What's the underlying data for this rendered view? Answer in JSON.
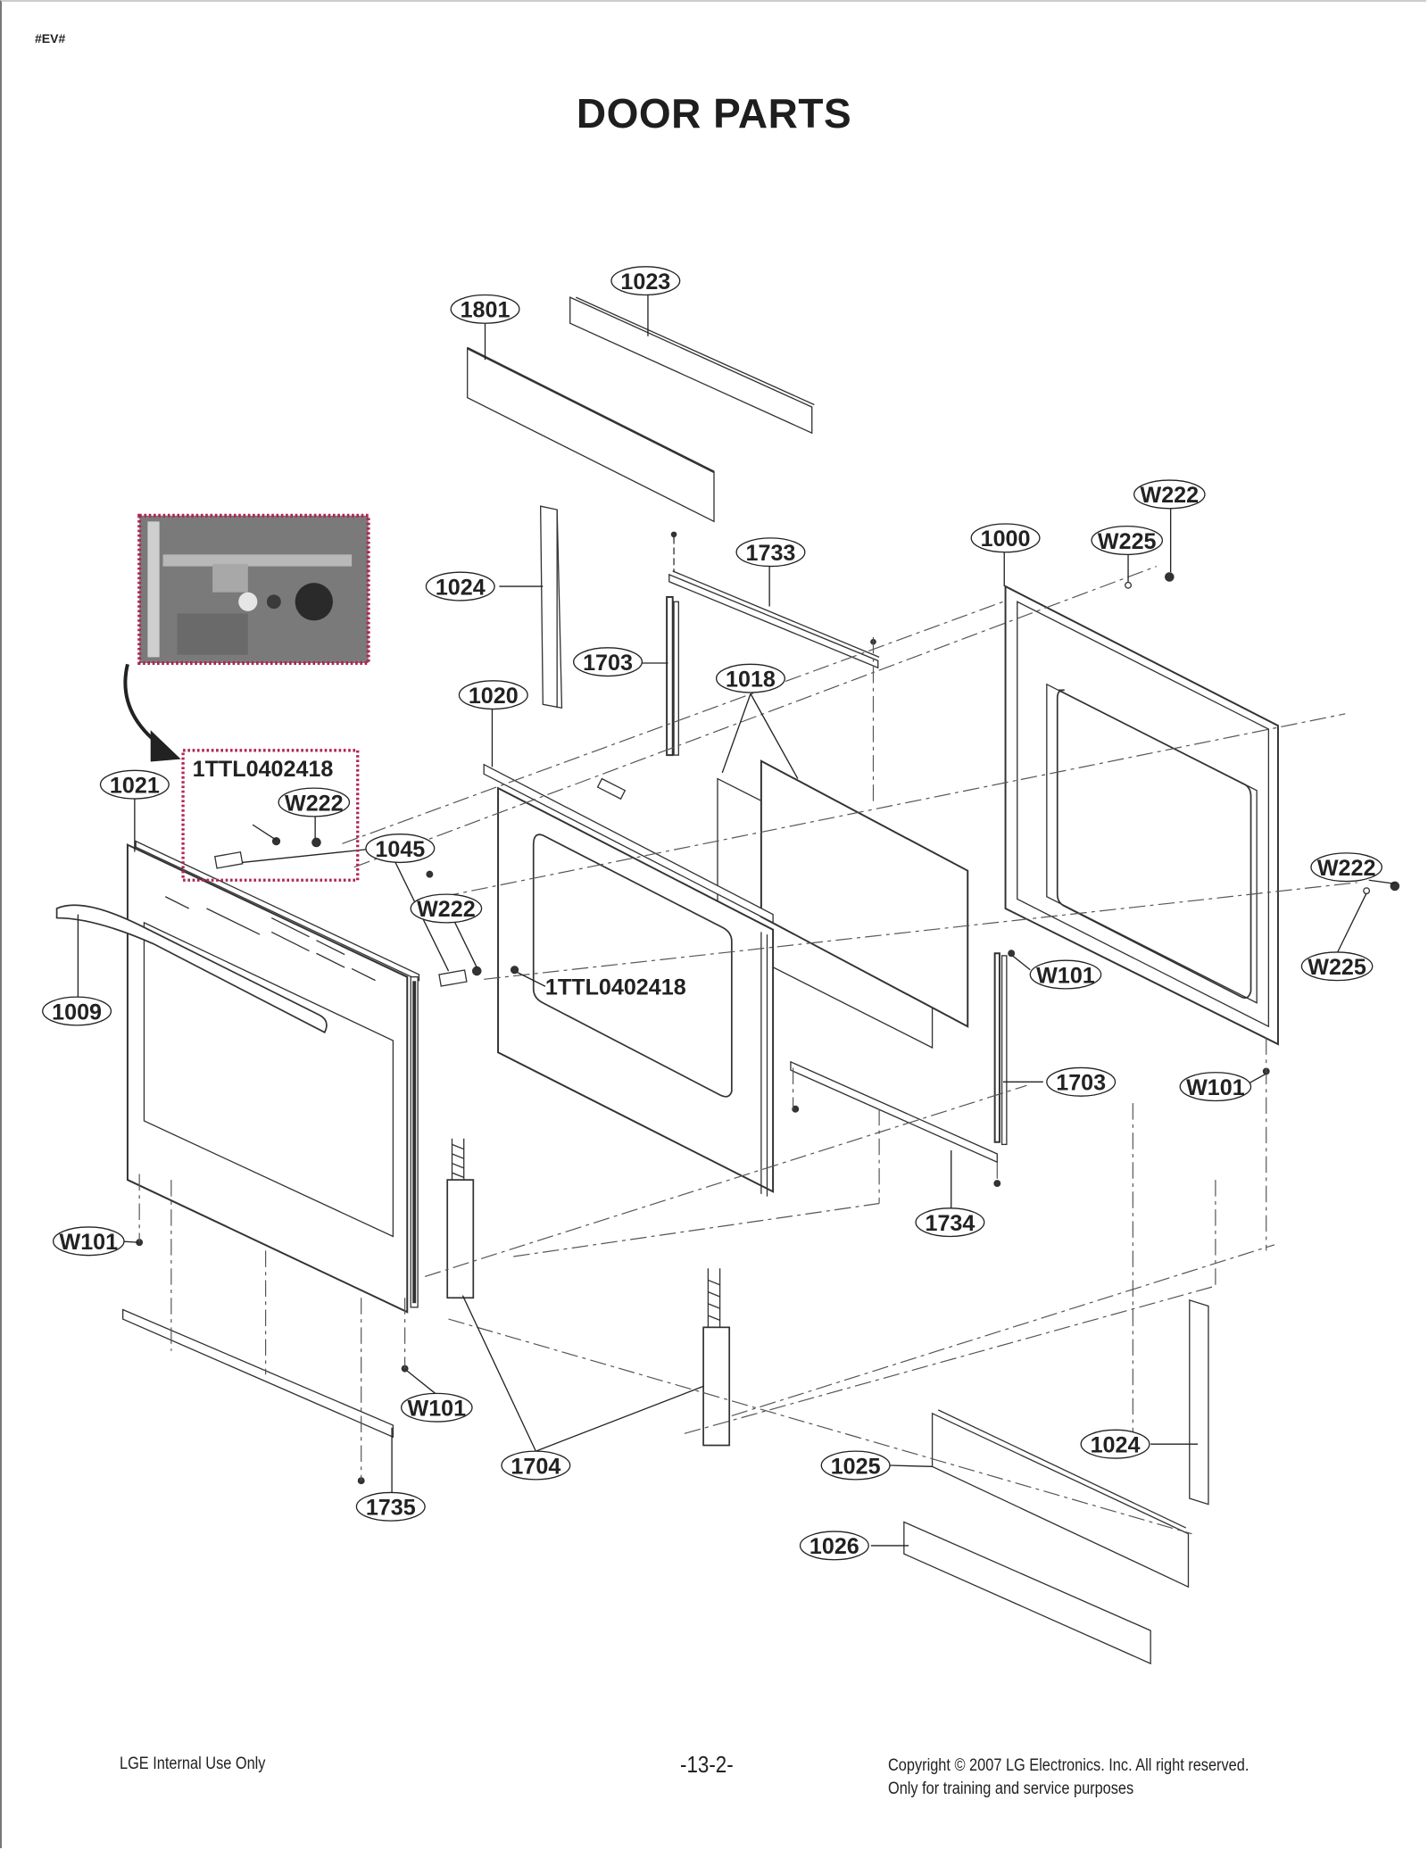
{
  "header": {
    "tag": "#EV#",
    "title": "DOOR PARTS"
  },
  "diagram": {
    "callouts": [
      {
        "id": "1801",
        "label": "1801"
      },
      {
        "id": "1023",
        "label": "1023"
      },
      {
        "id": "1024-top",
        "label": "1024"
      },
      {
        "id": "1733",
        "label": "1733"
      },
      {
        "id": "1703-top",
        "label": "1703"
      },
      {
        "id": "1018",
        "label": "1018"
      },
      {
        "id": "1020",
        "label": "1020"
      },
      {
        "id": "1000",
        "label": "1000"
      },
      {
        "id": "W225-top",
        "label": "W225"
      },
      {
        "id": "W222-top",
        "label": "W222"
      },
      {
        "id": "1021",
        "label": "1021"
      },
      {
        "id": "W222-inset",
        "label": "W222"
      },
      {
        "id": "1045",
        "label": "1045"
      },
      {
        "id": "W222-mid",
        "label": "W222"
      },
      {
        "id": "1009",
        "label": "1009"
      },
      {
        "id": "W222-right",
        "label": "W222"
      },
      {
        "id": "W225-right",
        "label": "W225"
      },
      {
        "id": "W101-center",
        "label": "W101"
      },
      {
        "id": "1703-right",
        "label": "1703"
      },
      {
        "id": "W101-right",
        "label": "W101"
      },
      {
        "id": "1734",
        "label": "1734"
      },
      {
        "id": "W101-left",
        "label": "W101"
      },
      {
        "id": "W101-bottom",
        "label": "W101"
      },
      {
        "id": "1704",
        "label": "1704"
      },
      {
        "id": "1735",
        "label": "1735"
      },
      {
        "id": "1025",
        "label": "1025"
      },
      {
        "id": "1024-bottom",
        "label": "1024"
      },
      {
        "id": "1026",
        "label": "1026"
      }
    ],
    "part_number_labels": [
      {
        "id": "pn-inset",
        "label": "1TTL0402418"
      },
      {
        "id": "pn-center",
        "label": "1TTL0402418"
      }
    ],
    "inset_border_color": "#b0264f"
  },
  "footer": {
    "left": "LGE Internal Use Only",
    "page": "-13-2-",
    "copyright_line1": "Copyright © 2007 LG Electronics. Inc. All right reserved.",
    "copyright_line2": "Only for training and service purposes"
  }
}
